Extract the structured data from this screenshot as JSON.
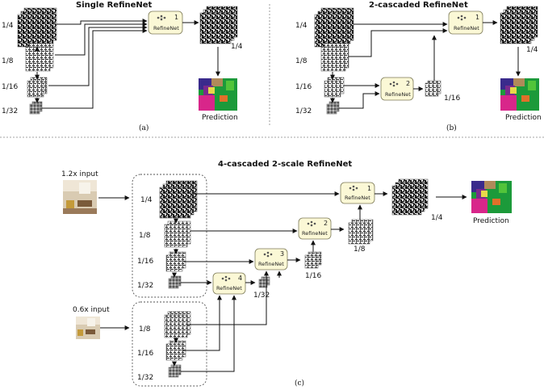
{
  "panel_a": {
    "title": "Single RefineNet",
    "caption": "(a)",
    "scales": [
      "1/4",
      "1/8",
      "1/16",
      "1/32"
    ],
    "refinenet_number": "1",
    "refinenet_label": "RefineNet",
    "output_scale": "1/4",
    "prediction_label": "Prediction"
  },
  "panel_b": {
    "title": "2-cascaded RefineNet",
    "caption": "(b)",
    "scales": [
      "1/4",
      "1/8",
      "1/16",
      "1/32"
    ],
    "refinenet_1_number": "1",
    "refinenet_2_number": "2",
    "refinenet_label": "RefineNet",
    "output_scale_1": "1/4",
    "output_scale_2": "1/16",
    "prediction_label": "Prediction"
  },
  "panel_c": {
    "title": "4-cascaded 2-scale RefineNet",
    "caption": "(c)",
    "input_1_label": "1.2x input",
    "input_2_label": "0.6x input",
    "scales_top": [
      "1/4",
      "1/8",
      "1/16",
      "1/32"
    ],
    "scales_bottom": [
      "1/8",
      "1/16",
      "1/32"
    ],
    "refinenet_label": "RefineNet",
    "refinenet_numbers": [
      "1",
      "2",
      "3",
      "4"
    ],
    "output_scales": [
      "1/4",
      "1/8",
      "1/16",
      "1/32"
    ],
    "prediction_label": "Prediction"
  },
  "colors": {
    "refinenet_fill": "#fbf8d6",
    "refinenet_stroke": "#7d7a58",
    "feature_map_dark": "#1a1a1a",
    "feature_map_light": "#e8e8e8",
    "segmentation_green": "#1c9a3a",
    "segmentation_purple": "#7a2a8c",
    "segmentation_magenta": "#d8268a"
  }
}
